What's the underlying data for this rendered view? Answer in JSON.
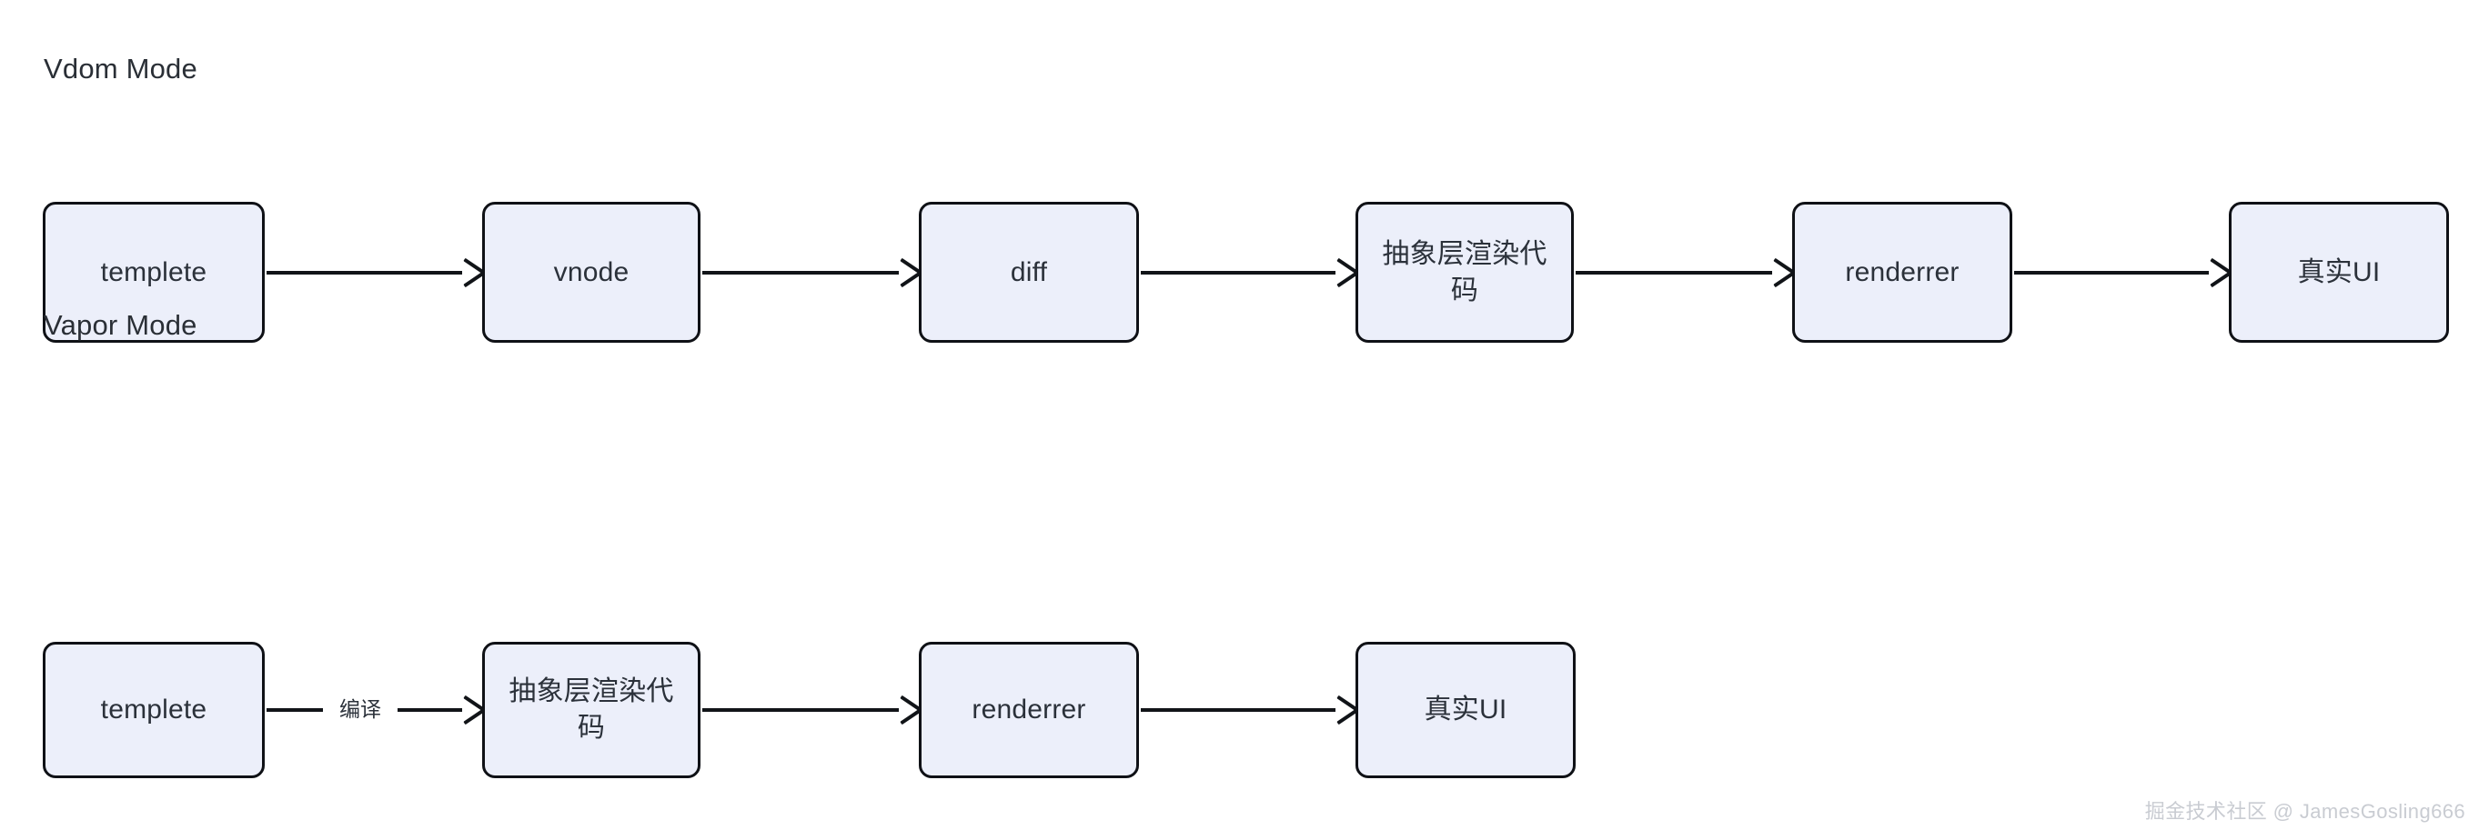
{
  "page": {
    "background": "#ffffff",
    "node_fill": "#eceffa",
    "node_border": "#0f1116",
    "text_color": "#2b313a",
    "watermark_color": "#c9ccd2"
  },
  "sections": [
    {
      "id": "vdom",
      "title": "Vdom Mode",
      "nodes": [
        {
          "label": "templete"
        },
        {
          "label": "vnode"
        },
        {
          "label": "diff"
        },
        {
          "label": "抽象层渲染代码"
        },
        {
          "label": "renderrer"
        },
        {
          "label": "真实UI"
        }
      ],
      "edges": [
        {
          "label": ""
        },
        {
          "label": ""
        },
        {
          "label": ""
        },
        {
          "label": ""
        },
        {
          "label": ""
        }
      ]
    },
    {
      "id": "vapor",
      "title": "Vapor Mode",
      "nodes": [
        {
          "label": "templete"
        },
        {
          "label": "抽象层渲染代码"
        },
        {
          "label": "renderrer"
        },
        {
          "label": "真实UI"
        }
      ],
      "edges": [
        {
          "label": "编译"
        },
        {
          "label": ""
        },
        {
          "label": ""
        }
      ]
    }
  ],
  "watermark": {
    "text": "掘金技术社区 @ JamesGosling666"
  }
}
